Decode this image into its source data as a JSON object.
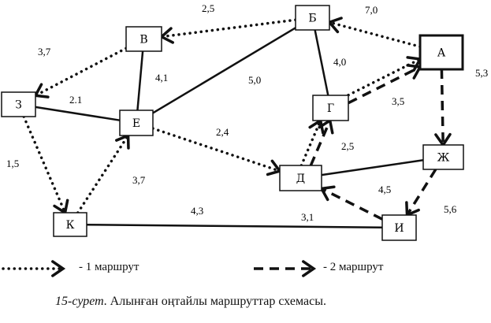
{
  "nodes": [
    {
      "id": "A",
      "label": "А"
    },
    {
      "id": "B",
      "label": "Б"
    },
    {
      "id": "V",
      "label": "В"
    },
    {
      "id": "G",
      "label": "Г"
    },
    {
      "id": "D",
      "label": "Д"
    },
    {
      "id": "E",
      "label": "Е"
    },
    {
      "id": "Zh",
      "label": "Ж"
    },
    {
      "id": "Z",
      "label": "З"
    },
    {
      "id": "I",
      "label": "И"
    },
    {
      "id": "K",
      "label": "К"
    }
  ],
  "edges": [
    {
      "from": "V",
      "to": "E",
      "style": "solid",
      "weight": "4,1"
    },
    {
      "from": "Z",
      "to": "E",
      "style": "solid",
      "weight": "2.1"
    },
    {
      "from": "E",
      "to": "B",
      "style": "solid",
      "weight": "5,0"
    },
    {
      "from": "B",
      "to": "G",
      "style": "solid",
      "weight": "4,0"
    },
    {
      "from": "D",
      "to": "Zh",
      "style": "solid",
      "weight": "4,5"
    },
    {
      "from": "K",
      "to": "I",
      "style": "solid",
      "weight": "4,3"
    },
    {
      "from": "A",
      "to": "B",
      "style": "route1",
      "weight": "7,0"
    },
    {
      "from": "B",
      "to": "V",
      "style": "route1",
      "weight": "2,5"
    },
    {
      "from": "V",
      "to": "Z",
      "style": "route1",
      "weight": "3,7"
    },
    {
      "from": "Z",
      "to": "K",
      "style": "route1",
      "weight": "1,5"
    },
    {
      "from": "K",
      "to": "E",
      "style": "route1",
      "weight": "3,7"
    },
    {
      "from": "E",
      "to": "D",
      "style": "route1",
      "weight": "2,4"
    },
    {
      "from": "D",
      "to": "G",
      "style": "route1",
      "weight": "2,5"
    },
    {
      "from": "G",
      "to": "A",
      "style": "route1",
      "weight": "3,5"
    },
    {
      "from": "A",
      "to": "Zh",
      "style": "route2",
      "weight": "5,3"
    },
    {
      "from": "Zh",
      "to": "I",
      "style": "route2",
      "weight": "5,6"
    },
    {
      "from": "I",
      "to": "D",
      "style": "route2",
      "weight": "3,1"
    },
    {
      "from": "D",
      "to": "G",
      "style": "route2",
      "weight": ""
    },
    {
      "from": "G",
      "to": "A",
      "style": "route2",
      "weight": ""
    }
  ],
  "legend": {
    "route1": "- 1 маршрут",
    "route2": "- 2 маршрут"
  },
  "caption": {
    "number": "15-сурет",
    "text": ". Алынған оңтайлы маршруттар схемасы."
  }
}
